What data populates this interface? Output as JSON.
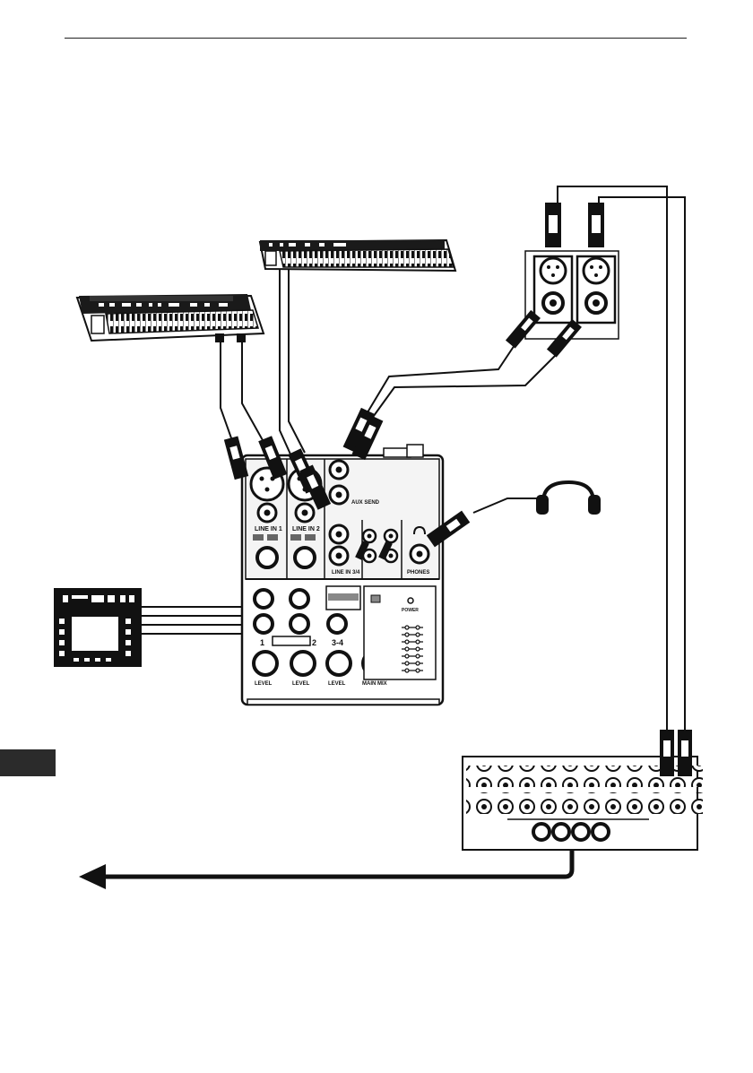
{
  "diagram": {
    "devices": [
      "synthesizer-keyboard",
      "keyboard-controller",
      "drum-machine-pad",
      "mixer",
      "headphones",
      "stage-monitor-speakers",
      "stage-snake-box"
    ]
  },
  "colors": {
    "ink": "#111111",
    "paper": "#ffffff",
    "tab": "#2b2b2b",
    "panel": "#f4f4f4"
  },
  "mixer_labels": {
    "ch1_input": "LINE IN 1",
    "ch2_input": "LINE IN 2",
    "aux_out": "AUX SEND",
    "ch34_input": "LINE IN 3/4",
    "phones": "PHONES",
    "ch1_num": "1",
    "ch2_num": "2",
    "ch34_num": "3-4",
    "level1": "LEVEL",
    "level2": "LEVEL",
    "level3": "LEVEL",
    "main_mix": "MAIN MIX",
    "power": "POWER"
  }
}
